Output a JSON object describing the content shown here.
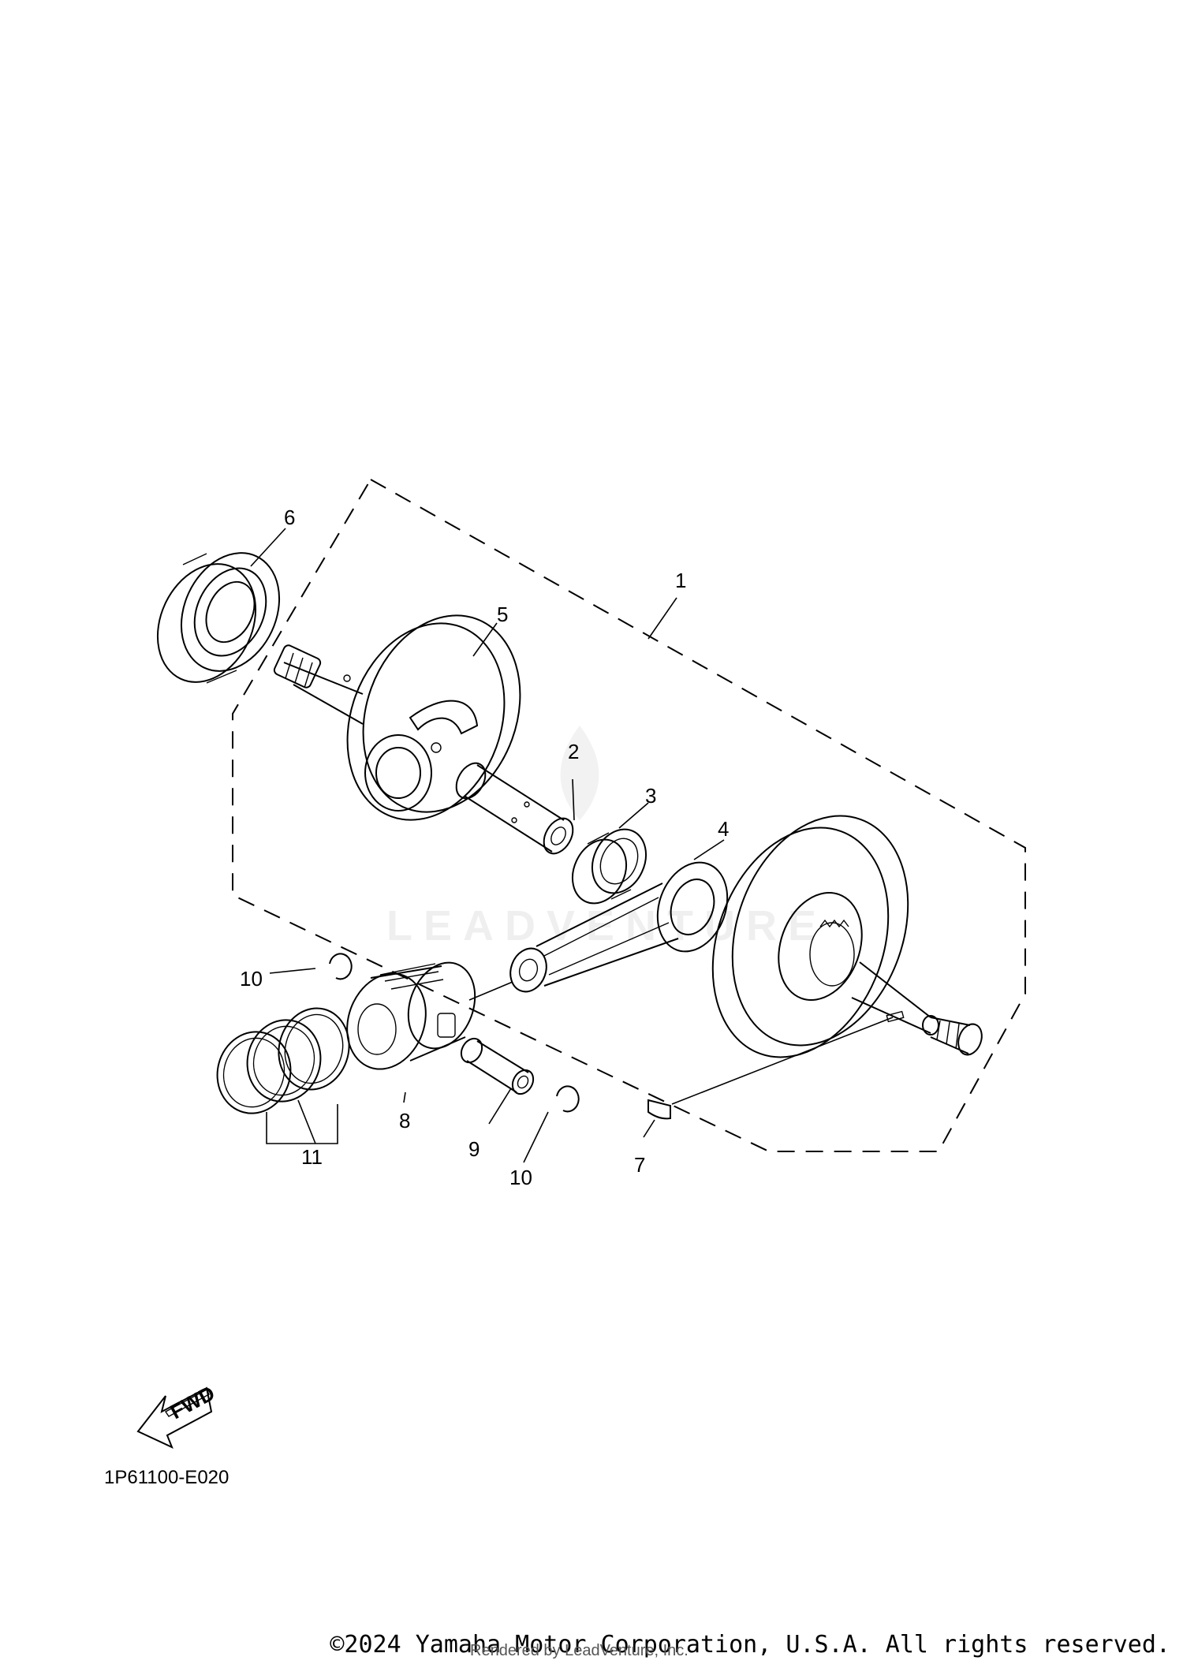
{
  "diagram": {
    "callouts": [
      {
        "id": "c1",
        "label": "1"
      },
      {
        "id": "c2",
        "label": "2"
      },
      {
        "id": "c3",
        "label": "3"
      },
      {
        "id": "c4",
        "label": "4"
      },
      {
        "id": "c5",
        "label": "5"
      },
      {
        "id": "c6",
        "label": "6"
      },
      {
        "id": "c7",
        "label": "7"
      },
      {
        "id": "c8",
        "label": "8"
      },
      {
        "id": "c9",
        "label": "9"
      },
      {
        "id": "c10a",
        "label": "10"
      },
      {
        "id": "c10b",
        "label": "10"
      },
      {
        "id": "c11",
        "label": "11"
      }
    ],
    "fwd_label": "FWD",
    "diagram_code": "1P61100-E020",
    "watermark": "LEADVENTURE"
  },
  "footer": {
    "copyright": "©2024 Yamaha Motor Corporation, U.S.A. All rights reserved.",
    "rendered_by": "Rendered by LeadVenture, Inc."
  }
}
